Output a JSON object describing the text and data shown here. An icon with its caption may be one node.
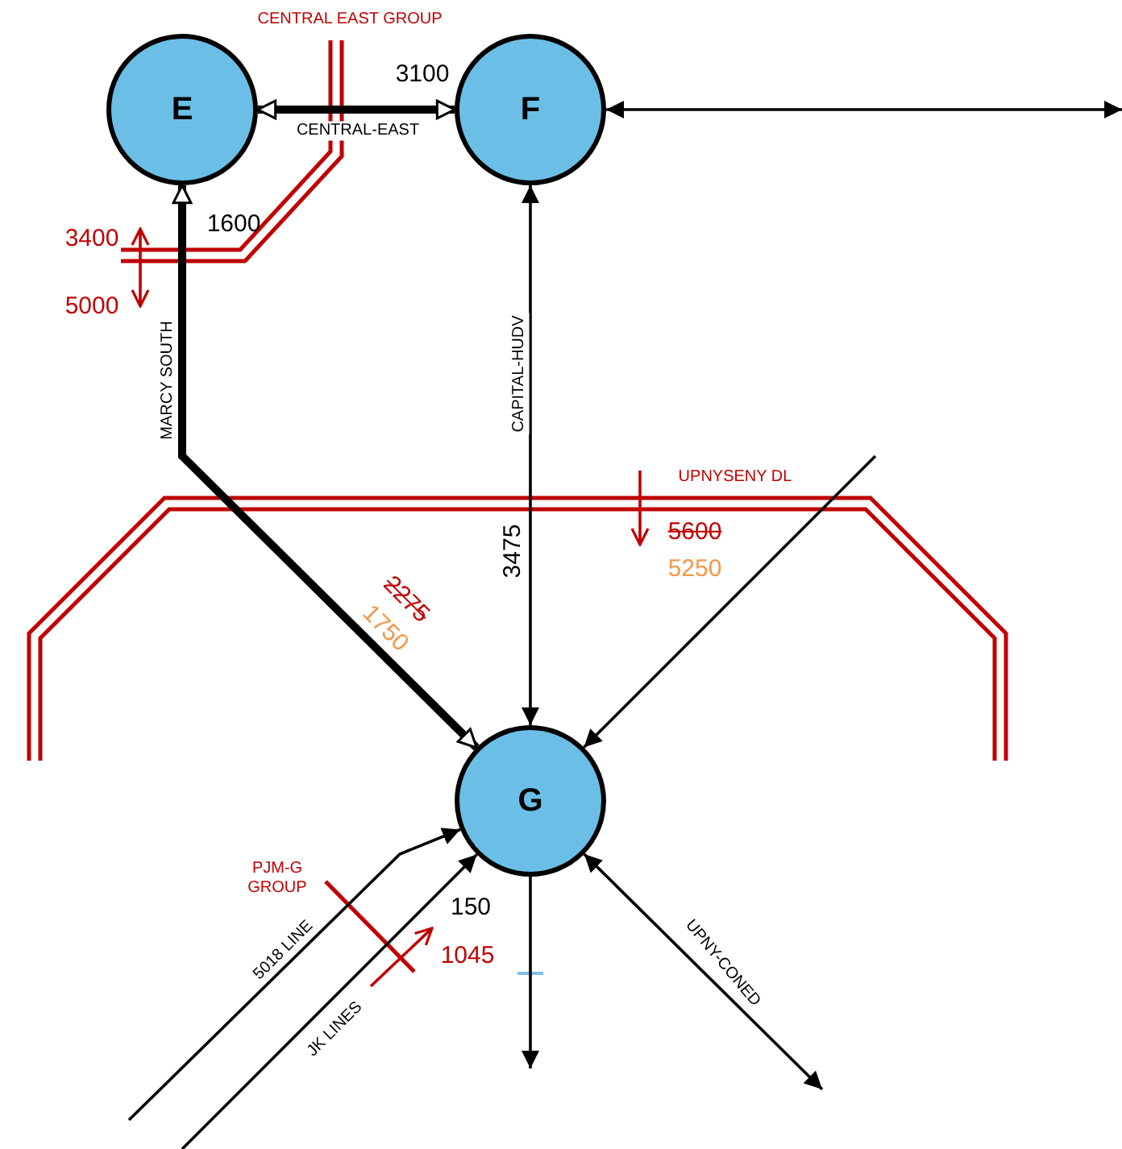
{
  "diagram": {
    "nodes": [
      {
        "text": [
          "E"
        ]
      },
      {
        "text": [
          "F"
        ]
      },
      {
        "text": [
          "G"
        ]
      }
    ],
    "edges": [
      {
        "from": 0,
        "to": 1,
        "arrow": "both",
        "label": "CENTRAL-EAST",
        "style": "thick"
      },
      {
        "from": 1,
        "to": null,
        "arrow": "both"
      },
      {
        "from": 0,
        "to": 2,
        "arrow": "both",
        "label": "MARCY SOUTH",
        "style": "thick"
      },
      {
        "from": 1,
        "to": 2,
        "arrow": "both",
        "label": "CAPITAL-HUDV"
      },
      {
        "from": null,
        "to": 2,
        "arrow": "to"
      },
      {
        "from": null,
        "to": 2,
        "arrow": "to",
        "label": "5018 LINE"
      },
      {
        "from": null,
        "to": 2,
        "arrow": "to",
        "label": "JK LINES"
      },
      {
        "from": 2,
        "to": null,
        "arrow": "to"
      },
      {
        "from": 2,
        "to": null,
        "arrow": "both",
        "label": "UPNY-CONED"
      }
    ],
    "labels": [
      "CENTRAL EAST GROUP",
      "3100",
      "1600",
      "3400",
      "5000",
      "UPNYSENY DL",
      "5600",
      "5250",
      "2275",
      "1750",
      "3475",
      "PJM-G GROUP",
      "150",
      "1045"
    ]
  }
}
